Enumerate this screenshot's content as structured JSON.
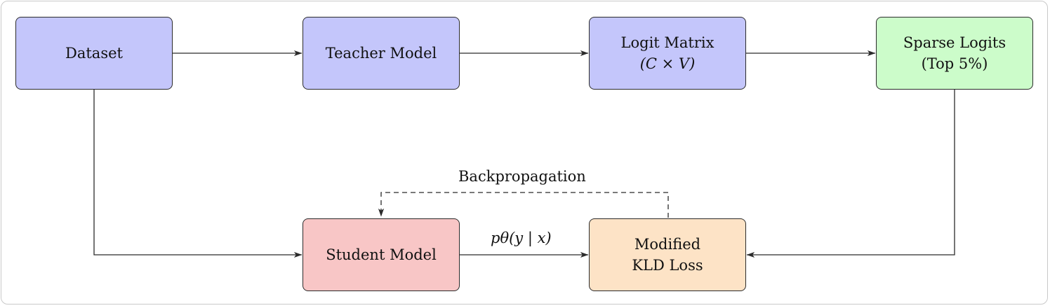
{
  "colors": {
    "blue_fill": "#c4c6fb",
    "green_fill": "#ccfcca",
    "red_fill": "#f8c6c6",
    "orange_fill": "#fde3c6",
    "stroke": "#2b2b2b"
  },
  "nodes": {
    "dataset": {
      "label": "Dataset"
    },
    "teacher": {
      "label": "Teacher Model"
    },
    "logit_matrix": {
      "line1": "Logit Matrix",
      "line2": "(C × V)"
    },
    "sparse_logits": {
      "line1": "Sparse Logits",
      "line2": "(Top 5%)"
    },
    "student": {
      "label": "Student Model"
    },
    "kld_loss": {
      "line1": "Modified",
      "line2": "KLD Loss"
    }
  },
  "edges": {
    "backprop_label": "Backpropagation",
    "student_output_label": "pθ(y | x)"
  }
}
